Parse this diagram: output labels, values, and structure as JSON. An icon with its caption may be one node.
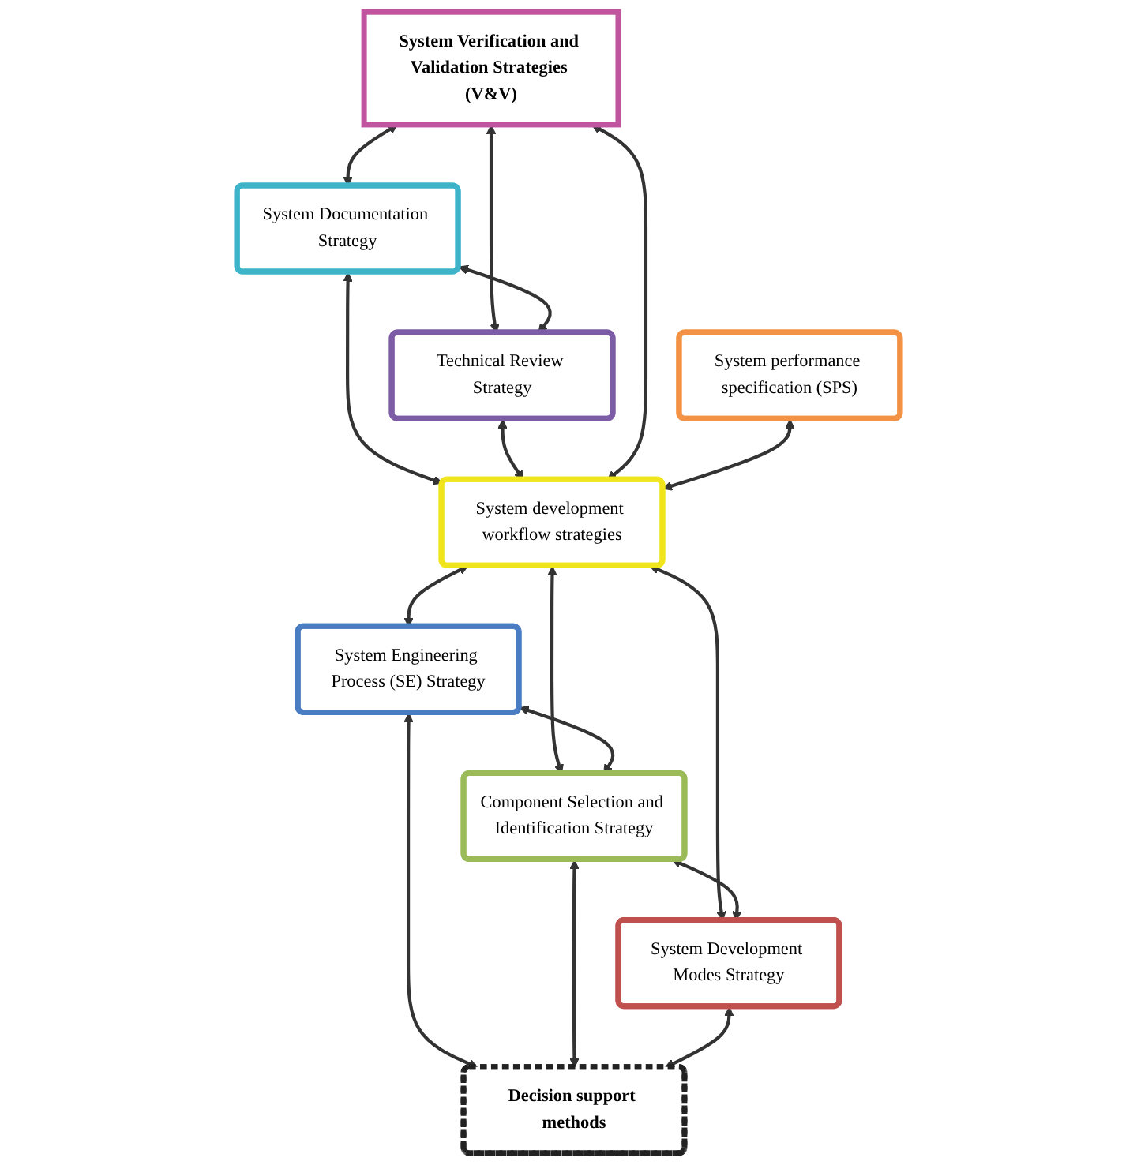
{
  "diagram": {
    "nodes": [
      {
        "text": [
          "System Verification and Validation Strategies (V&V)"
        ]
      },
      {
        "text": [
          "System Documentation Strategy"
        ]
      },
      {
        "text": [
          "Technical Review Strategy"
        ]
      },
      {
        "text": [
          "System performance specification (SPS)"
        ]
      },
      {
        "text": [
          "System development workflow strategies"
        ]
      },
      {
        "text": [
          "System Engineering Process (SE) Strategy"
        ]
      },
      {
        "text": [
          "Component Selection and Identification Strategy"
        ]
      },
      {
        "text": [
          "System Development Modes Strategy"
        ]
      },
      {
        "text": [
          "Decision support methods"
        ]
      }
    ],
    "edges": [
      {
        "from": 0,
        "to": 1,
        "arrow": "both"
      },
      {
        "from": 0,
        "to": 2,
        "arrow": "both"
      },
      {
        "from": 1,
        "to": 2,
        "arrow": "both"
      },
      {
        "from": 1,
        "to": 4,
        "arrow": "both"
      },
      {
        "from": 2,
        "to": 4,
        "arrow": "both"
      },
      {
        "from": 0,
        "to": 4,
        "arrow": "both"
      },
      {
        "from": 3,
        "to": 4,
        "arrow": "both"
      },
      {
        "from": 4,
        "to": 5,
        "arrow": "both"
      },
      {
        "from": 4,
        "to": 6,
        "arrow": "both"
      },
      {
        "from": 4,
        "to": 7,
        "arrow": "both"
      },
      {
        "from": 5,
        "to": 6,
        "arrow": "both"
      },
      {
        "from": 6,
        "to": 7,
        "arrow": "both"
      },
      {
        "from": 5,
        "to": 8,
        "arrow": "both"
      },
      {
        "from": 6,
        "to": 8,
        "arrow": "both"
      },
      {
        "from": 7,
        "to": 8,
        "arrow": "both"
      }
    ]
  }
}
